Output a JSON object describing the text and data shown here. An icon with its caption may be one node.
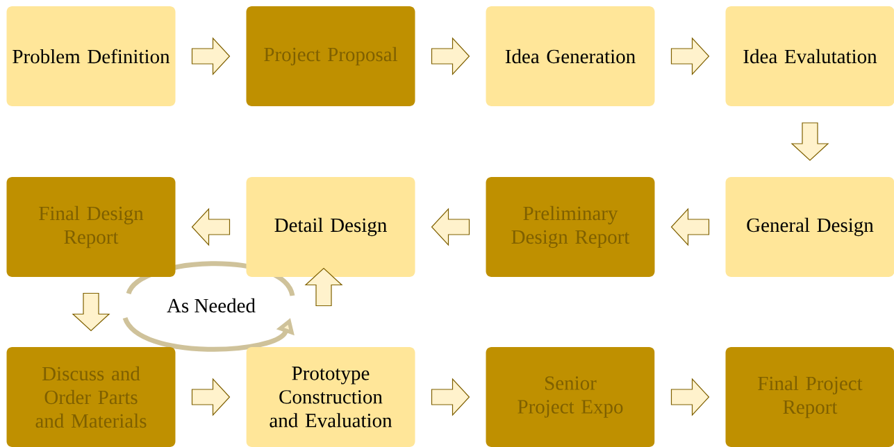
{
  "diagram": {
    "nodes": [
      {
        "text": [
          "Problem Definition"
        ]
      },
      {
        "text": [
          "Project Proposal"
        ]
      },
      {
        "text": [
          "Idea Generation"
        ]
      },
      {
        "text": [
          "Idea Evalutation"
        ]
      },
      {
        "text": [
          "Final Design Report"
        ]
      },
      {
        "text": [
          "Detail Design"
        ]
      },
      {
        "text": [
          "Preliminary Design Report"
        ]
      },
      {
        "text": [
          "General Design"
        ]
      },
      {
        "text": [
          "Discuss and Order Parts and Materials"
        ]
      },
      {
        "text": [
          "Prototype Construction and Evaluation"
        ]
      },
      {
        "text": [
          "Senior Project Expo"
        ]
      },
      {
        "text": [
          "Final Project Report"
        ]
      }
    ],
    "edges": [
      {
        "from": 0,
        "to": 1,
        "arrow": "to"
      },
      {
        "from": 1,
        "to": 2,
        "arrow": "to"
      },
      {
        "from": 2,
        "to": 3,
        "arrow": "to"
      },
      {
        "from": 3,
        "to": 7,
        "arrow": "to"
      },
      {
        "from": 7,
        "to": 6,
        "arrow": "to"
      },
      {
        "from": 6,
        "to": 5,
        "arrow": "to"
      },
      {
        "from": 5,
        "to": 4,
        "arrow": "to"
      },
      {
        "from": 4,
        "to": 8,
        "arrow": "to"
      },
      {
        "from": 8,
        "to": 9,
        "arrow": "to"
      },
      {
        "from": 9,
        "to": 10,
        "arrow": "to"
      },
      {
        "from": 10,
        "to": 11,
        "arrow": "to"
      },
      {
        "from": 9,
        "to": 5,
        "arrow": "to"
      }
    ],
    "labels": [
      "As Needed"
    ]
  }
}
